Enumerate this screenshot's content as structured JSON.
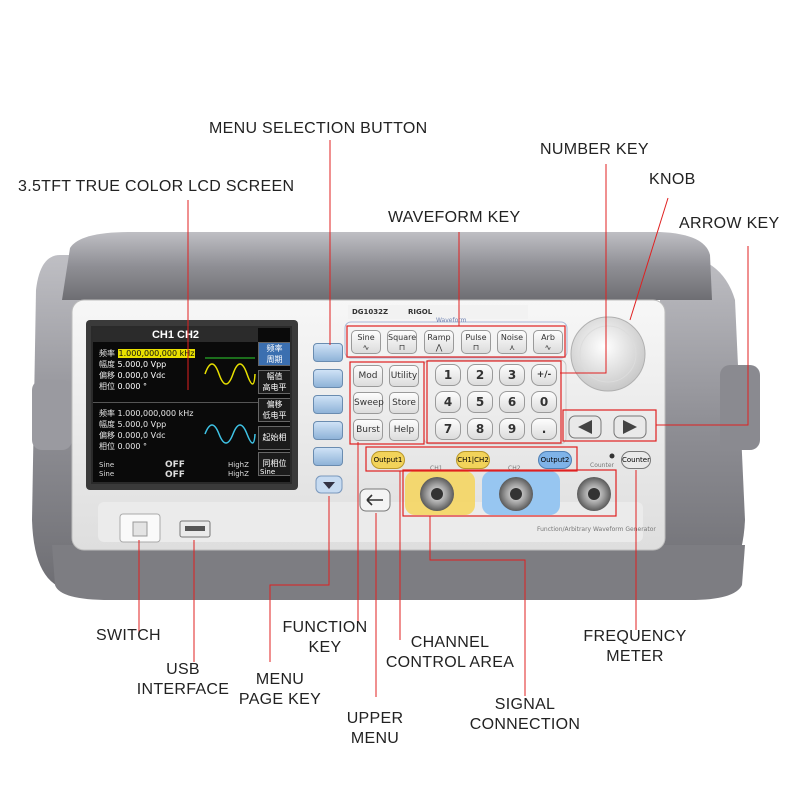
{
  "callouts": {
    "menu_selection": "MENU SELECTION BUTTON",
    "lcd": "3.5TFT TRUE COLOR LCD SCREEN",
    "number_key": "NUMBER KEY",
    "knob": "KNOB",
    "waveform_key": "WAVEFORM KEY",
    "arrow_key": "ARROW KEY",
    "switch": "SWITCH",
    "usb_line1": "USB",
    "usb_line2": "INTERFACE",
    "function_line1": "FUNCTION",
    "function_line2": "KEY",
    "menu_page_line1": "MENU",
    "menu_page_line2": "PAGE KEY",
    "channel_line1": "CHANNEL",
    "channel_line2": "CONTROL AREA",
    "frequency_line1": "FREQUENCY",
    "frequency_line2": "METER",
    "upper_line1": "UPPER",
    "upper_line2": "MENU",
    "signal_line1": "SIGNAL",
    "signal_line2": "CONNECTION"
  },
  "device": {
    "model": "DG1032Z",
    "brand": "RIGOL",
    "waveform_panel_label": "Waveform",
    "waveform_keys": [
      "Sine",
      "Square",
      "Ramp",
      "Pulse",
      "Noise",
      "Arb"
    ],
    "function_keys": [
      "Mod",
      "Utility",
      "Sweep",
      "Store",
      "Burst",
      "Help"
    ],
    "number_keys": [
      "1",
      "2",
      "3",
      "+/-",
      "4",
      "5",
      "6",
      "0",
      "7",
      "8",
      "9",
      "."
    ],
    "channel_buttons": [
      "Output1",
      "CH1|CH2",
      "Output2"
    ],
    "counter_button": "Counter",
    "counter_label": "Counter",
    "ch1_label": "CH1",
    "ch2_label": "CH2",
    "bottom_label": "Function/Arbitrary Waveform Generator"
  },
  "screen": {
    "header": "CH1 CH2",
    "ch1_rows": [
      {
        "label": "频率",
        "value": "1.000,000,000 kHz"
      },
      {
        "label": "幅度",
        "value": "5.000,0 Vpp"
      },
      {
        "label": "偏移",
        "value": "0.000,0 Vdc"
      },
      {
        "label": "相位",
        "value": "0.000 °"
      }
    ],
    "ch2_rows": [
      {
        "label": "频率",
        "value": "1.000,000,000 kHz"
      },
      {
        "label": "幅度",
        "value": "5.000,0 Vpp"
      },
      {
        "label": "偏移",
        "value": "0.000,0 Vdc"
      },
      {
        "label": "相位",
        "value": "0.000 °"
      }
    ],
    "softkeys": [
      {
        "line1": "频率",
        "line2": "周期"
      },
      {
        "line1": "幅值",
        "line2": "高电平"
      },
      {
        "line1": "偏移",
        "line2": "低电平"
      },
      {
        "line1": "起始相位",
        "line2": ""
      },
      {
        "line1": "同相位",
        "line2": ""
      }
    ],
    "footer": {
      "left1": "Sine",
      "left2": "Sine",
      "mid1": "OFF",
      "mid2": "OFF",
      "right1": "HighZ",
      "right2": "HighZ",
      "menu": "Sine"
    }
  },
  "colors": {
    "output1": "#f2d35a",
    "chsel": "#f2d35a",
    "output2": "#7fb3e8",
    "ch1_connector": "#f6d55b",
    "ch2_connector": "#8ec2f2",
    "highlight": "#e02020"
  }
}
